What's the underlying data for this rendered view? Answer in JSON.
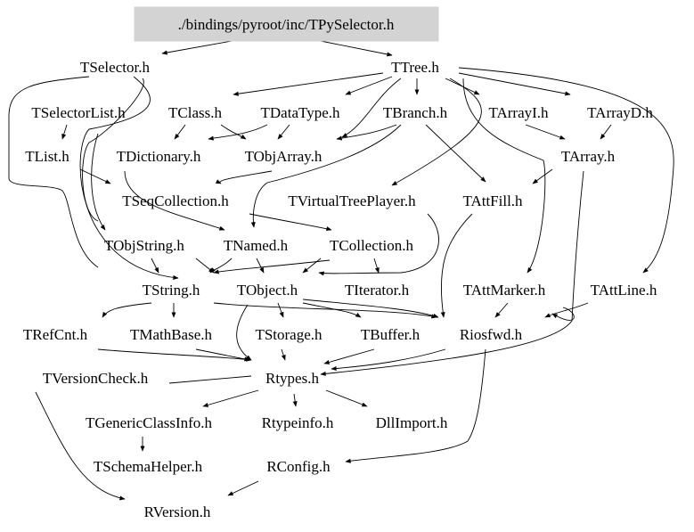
{
  "diagram": {
    "root": "./bindings/pyroot/inc/TPySelector.h",
    "nodes": {
      "tselector": "TSelector.h",
      "ttree": "TTree.h",
      "tselectorlist": "TSelectorList.h",
      "tclass": "TClass.h",
      "tdatatype": "TDataType.h",
      "tbranch": "TBranch.h",
      "tarrayi": "TArrayI.h",
      "tarrayd": "TArrayD.h",
      "tlist": "TList.h",
      "tdictionary": "TDictionary.h",
      "tobjarray": "TObjArray.h",
      "tarray": "TArray.h",
      "tseqcollection": "TSeqCollection.h",
      "tvirtualtreeplayer": "TVirtualTreePlayer.h",
      "tattfill": "TAttFill.h",
      "tobjstring": "TObjString.h",
      "tnamed": "TNamed.h",
      "tcollection": "TCollection.h",
      "tstring": "TString.h",
      "tobject": "TObject.h",
      "titerator": "TIterator.h",
      "tattmarker": "TAttMarker.h",
      "tattline": "TAttLine.h",
      "trefcnt": "TRefCnt.h",
      "tmathbase": "TMathBase.h",
      "tstorage": "TStorage.h",
      "tbuffer": "TBuffer.h",
      "riosfwd": "Riosfwd.h",
      "tversioncheck": "TVersionCheck.h",
      "rtypes": "Rtypes.h",
      "tgenericclassinfo": "TGenericClassInfo.h",
      "rtypeinfo": "Rtypeinfo.h",
      "dllimport": "DllImport.h",
      "tschemahelper": "TSchemaHelper.h",
      "rconfig": "RConfig.h",
      "rversion": "RVersion.h"
    }
  }
}
